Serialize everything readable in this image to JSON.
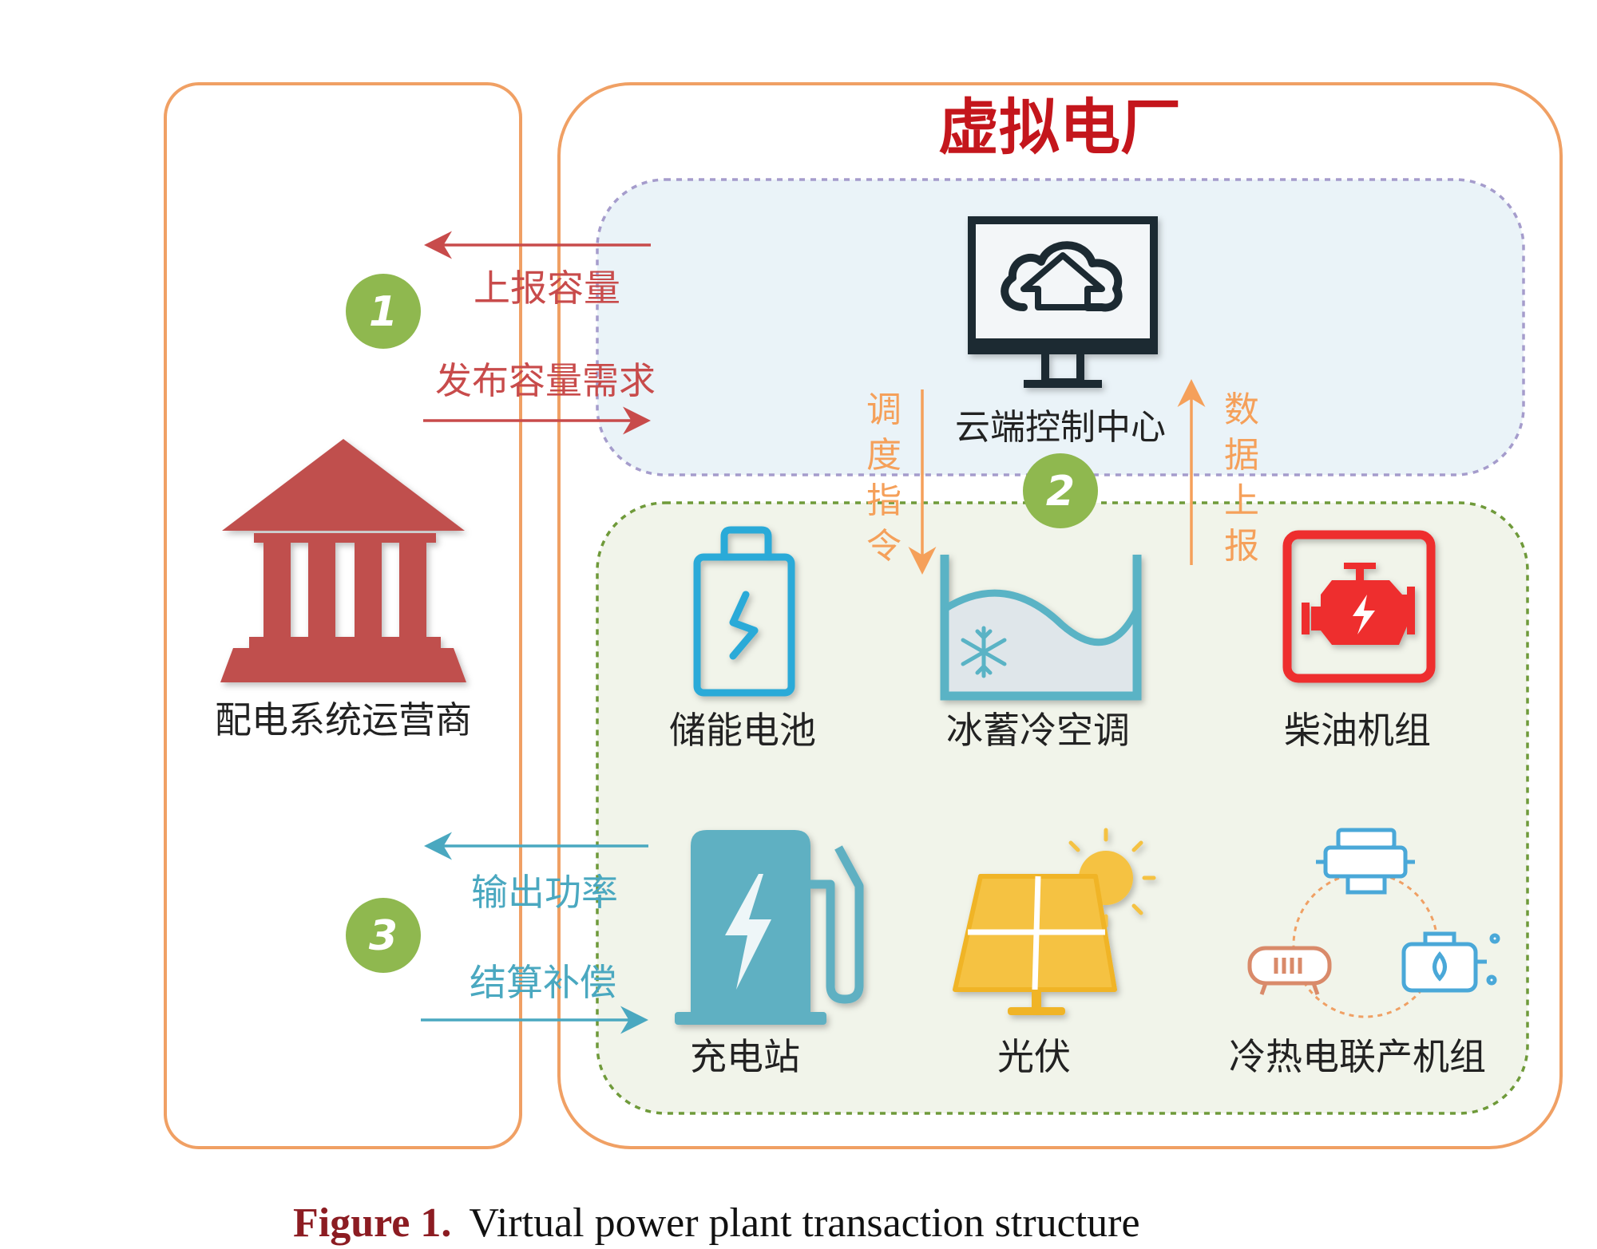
{
  "title": "虚拟电厂",
  "operator": {
    "label": "配电系统运营商"
  },
  "cloud_center": {
    "label": "云端控制中心"
  },
  "steps": [
    {
      "number": "1",
      "top_label": "上报容量",
      "bottom_label": "发布容量需求"
    },
    {
      "number": "2",
      "down_label": "调度指令",
      "up_label": "数据上报"
    },
    {
      "number": "3",
      "top_label": "输出功率",
      "bottom_label": "结算补偿"
    }
  ],
  "resources": [
    {
      "label": "储能电池",
      "icon": "battery-icon"
    },
    {
      "label": "冰蓄冷空调",
      "icon": "ice-storage-icon"
    },
    {
      "label": "柴油机组",
      "icon": "diesel-engine-icon"
    },
    {
      "label": "充电站",
      "icon": "charging-station-icon"
    },
    {
      "label": "光伏",
      "icon": "solar-panel-icon"
    },
    {
      "label": "冷热电联产机组",
      "icon": "cchp-icon"
    }
  ],
  "caption": {
    "prefix": "Figure 1.",
    "text": "Virtual power plant transaction structure"
  },
  "colors": {
    "frame": "#f0a064",
    "title": "#c4161c",
    "red_arrow": "#c84b4b",
    "blue_arrow": "#4aa8c0",
    "orange_arrow": "#f5a05a",
    "badge": "#8fb84f",
    "cloud_zone": "#eaf3f8",
    "resource_zone": "#f1f4ea"
  }
}
